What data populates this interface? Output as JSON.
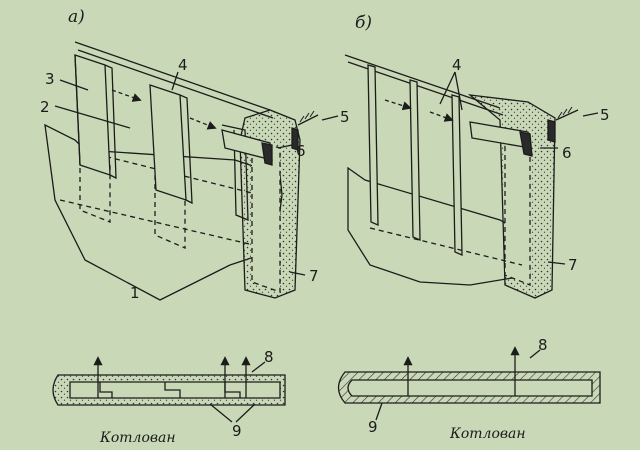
{
  "panels": {
    "a": {
      "label": "а)"
    },
    "b": {
      "label": "б)"
    }
  },
  "callouts_a": {
    "n1": "1",
    "n2": "2",
    "n3": "3",
    "n4": "4",
    "n5": "5",
    "n6": "6",
    "n7": "7"
  },
  "callouts_b": {
    "n4": "4",
    "n5": "5",
    "n6": "6",
    "n7": "7"
  },
  "section_a": {
    "caption": "Котлован",
    "n8": "8",
    "n9": "9"
  },
  "section_b": {
    "caption": "Котлован",
    "n8": "8",
    "n9": "9"
  },
  "colors": {
    "background": "#c9d8b6",
    "ink": "#1c1c1c",
    "shade": "#2a2a2a"
  },
  "icons": [
    "arrow-up-icon",
    "arrow-right-icon"
  ]
}
